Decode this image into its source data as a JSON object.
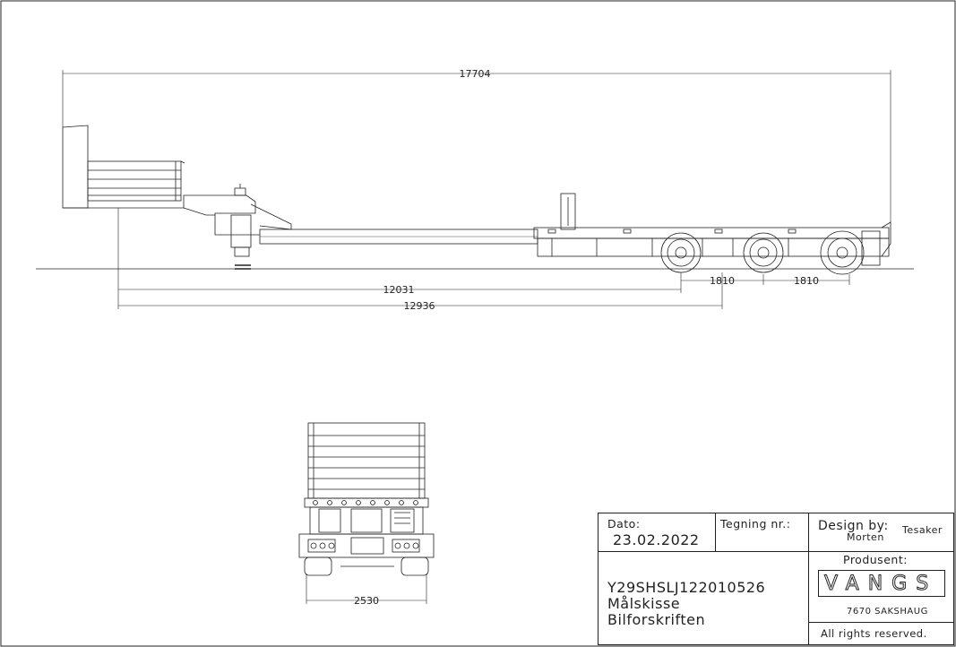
{
  "dimensions": {
    "overall_length": "17704",
    "length_a": "12031",
    "length_b": "12936",
    "axle_spacing_1": "1810",
    "axle_spacing_2": "1810",
    "width": "2530"
  },
  "title_block": {
    "date_label": "Dato:",
    "date_value": "23.02.2022",
    "drawing_no_label": "Tegning nr.:",
    "design_label": "Design by:",
    "designer_first": "Morten",
    "designer_last": "Tesaker",
    "producer_label": "Produsent:",
    "logo_text": "VANGS",
    "address": "7670 SAKSHAUG",
    "rights": "All rights reserved.",
    "drawing_id": "Y29SHSLJ122010526",
    "subtitle_1": "Målskisse",
    "subtitle_2": "Bilforskriften"
  },
  "colors": {
    "line": "#222222",
    "background": "#ffffff"
  }
}
